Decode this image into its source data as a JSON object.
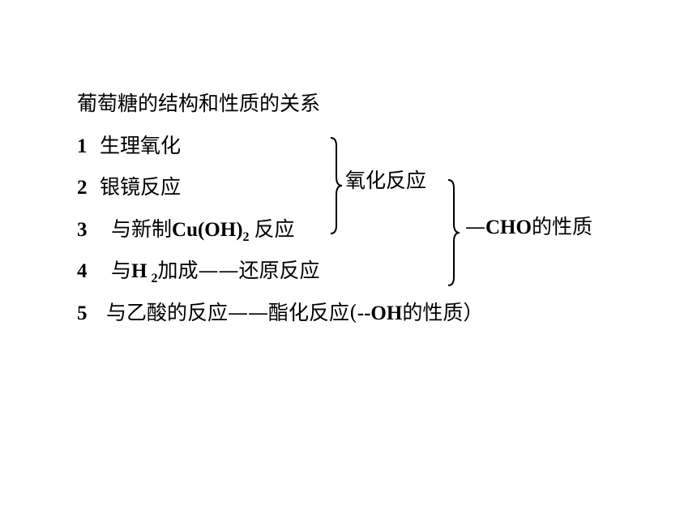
{
  "title": "葡萄糖的结构和性质的关系",
  "items": [
    {
      "num": "1",
      "text": "生理氧化"
    },
    {
      "num": "2",
      "text": "银镜反应"
    },
    {
      "num": "3",
      "text_a": "与新制",
      "formula": "Cu(OH)",
      "sub": "2",
      "text_b": "反应"
    },
    {
      "num": "4",
      "text_a": "与",
      "formula": "H",
      "sub": "2",
      "text_b": "加成——还原反应"
    },
    {
      "num": "5",
      "text_a": "与乙酸的反应——酯化反应(",
      "formula": "--OH",
      "text_b": "的性质）"
    }
  ],
  "group1_label": "氧化反应",
  "group2_label_a": "—",
  "group2_formula": "CHO",
  "group2_label_b": "的性质"
}
